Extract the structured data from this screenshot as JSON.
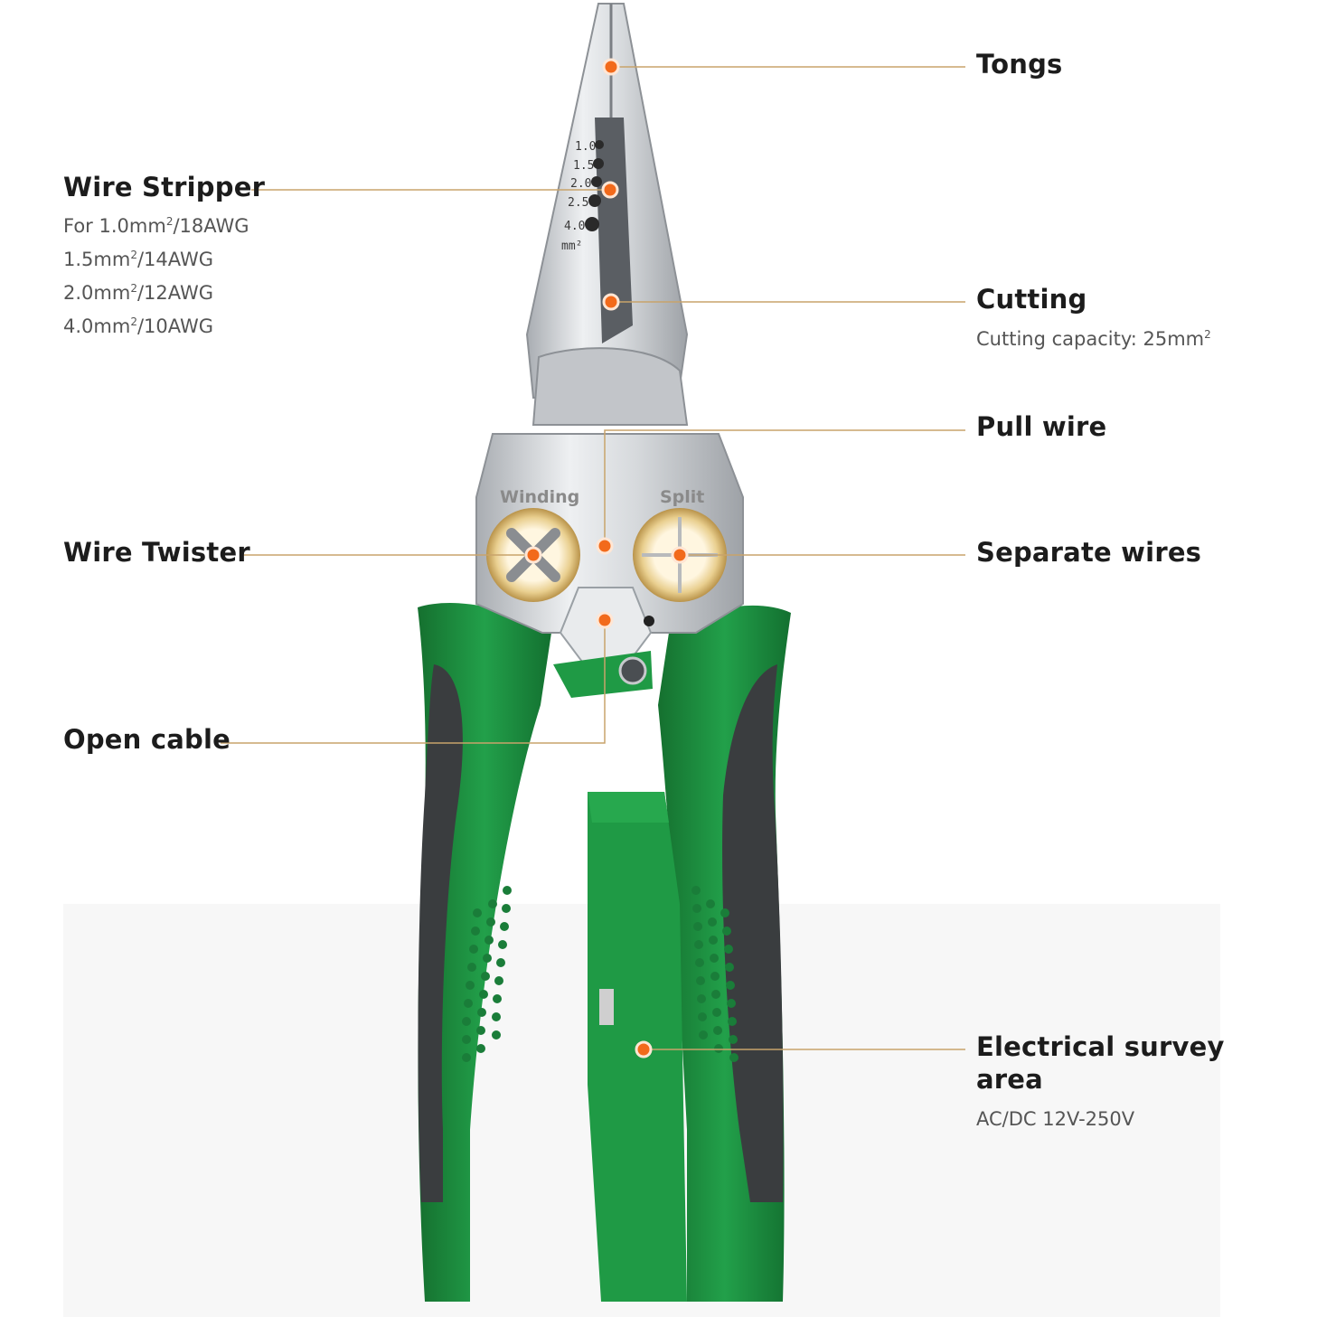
{
  "callouts": {
    "tongs": {
      "title": "Tongs"
    },
    "wire_stripper": {
      "title": "Wire Stripper",
      "lines": [
        {
          "pre": "For 1.0mm",
          "sup": "2",
          "post": "/18AWG"
        },
        {
          "pre": "1.5mm",
          "sup": "2",
          "post": "/14AWG"
        },
        {
          "pre": "2.0mm",
          "sup": "2",
          "post": "/12AWG"
        },
        {
          "pre": "4.0mm",
          "sup": "2",
          "post": "/10AWG"
        }
      ]
    },
    "cutting": {
      "title": "Cutting",
      "caption": {
        "pre": "Cutting capacity: 25mm",
        "sup": "2"
      }
    },
    "pull_wire": {
      "title": "Pull wire"
    },
    "wire_twister": {
      "title": "Wire Twister"
    },
    "separate_wires": {
      "title": "Separate wires"
    },
    "open_cable": {
      "title": "Open cable"
    },
    "electrical_survey": {
      "title_line1": "Electrical survey",
      "title_line2": "area",
      "caption": "AC/DC 12V-250V"
    }
  },
  "tool_engravings": {
    "winding": "Winding",
    "split": "Split",
    "gauge_marks": [
      "1.0",
      "1.5",
      "2.0",
      "2.5",
      "4.0"
    ],
    "gauge_unit": "mm²"
  },
  "colors": {
    "leader_line": "#c8a36b",
    "marker": "#f26a1b",
    "handle_green": "#1e8a3f",
    "handle_dark": "#3a3d3f",
    "steel": "#c9ccd0"
  }
}
